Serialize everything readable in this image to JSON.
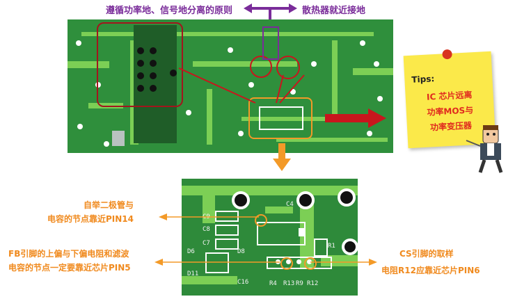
{
  "captions": {
    "left_principle": "遵循功率地、信号地分离的原则",
    "right_principle": "散热器就近接地"
  },
  "tips": {
    "title": "Tips:",
    "line1": "IC 芯片远离",
    "line2": "功率MOS与",
    "line3": "功率变压器"
  },
  "annotations": {
    "left_top_line1": "自举二极管与",
    "left_top_line2": "电容的节点靠近PIN14",
    "left_bottom_line1": "FB引脚的上偏与下偏电阻和滤波",
    "left_bottom_line2": "电容的节点一定要靠近芯片PIN5",
    "right_line1": "CS引脚的取样",
    "right_line2": "电阻R12应靠近芯片PIN6"
  },
  "silkscreen": {
    "c4": "C4",
    "c9": "C9",
    "c8": "C8",
    "c7": "C7",
    "d6": "D6",
    "d8": "D8",
    "d11": "D11",
    "c16": "C16",
    "r1": "R1",
    "r4": "R4",
    "r13": "R13",
    "r9": "R9",
    "r12": "R12"
  },
  "colors": {
    "pcb": "#2f8f3c",
    "trace": "#7ccf55",
    "purple": "#7a2c9a",
    "orange": "#f08a1e",
    "red": "#c8161d",
    "note": "#fbe94a"
  }
}
